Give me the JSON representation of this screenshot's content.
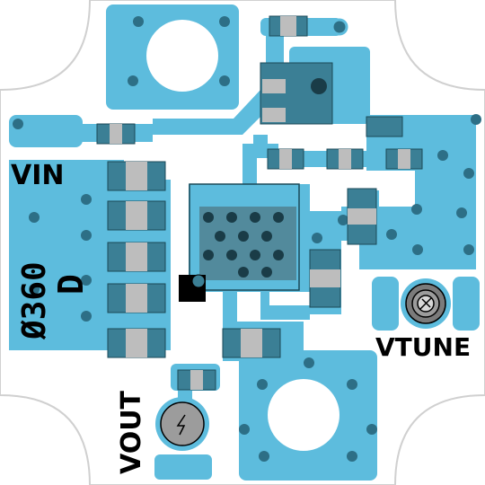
{
  "labels": {
    "vin": "VIN",
    "vtune": "VTUNE",
    "vout": "VOUT",
    "part_number": "Ø360",
    "revision": "D"
  },
  "colors": {
    "background": "#ffffff",
    "copper": "#5dbcdd",
    "component_body": "#3b7f95",
    "component_pad": "#bdbdbd",
    "via": "#2d6f86",
    "silkscreen": "#111111",
    "cutout": "#ffffff"
  },
  "icons": {
    "vtune_connector": "trimmer-pin-icon",
    "vout_connector": "lightning-pin-icon"
  }
}
